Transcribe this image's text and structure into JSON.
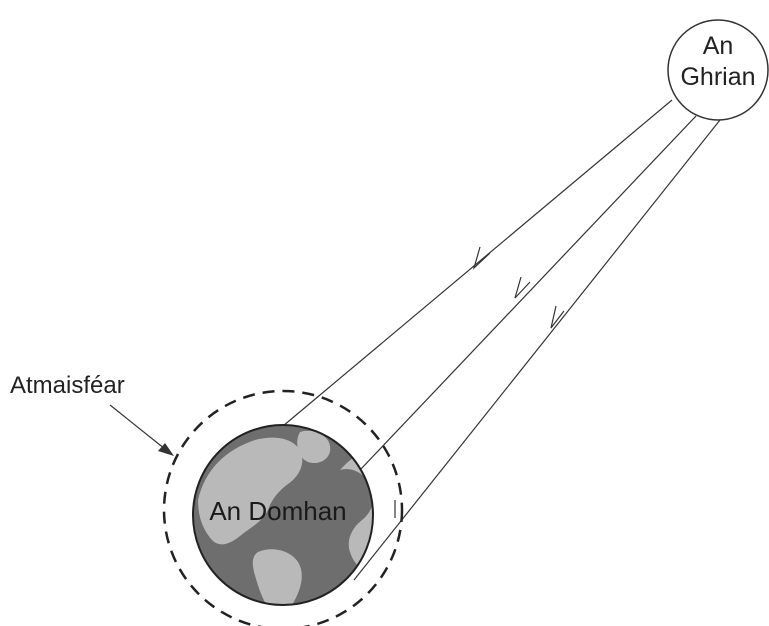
{
  "diagram": {
    "sun": {
      "line1": "An",
      "line2": "Ghrian"
    },
    "atmosphere": {
      "label": "Atmaisféar"
    },
    "earth": {
      "label": "An Domhan"
    },
    "colors": {
      "line": "#333333",
      "earth_ocean": "#6e6e6e",
      "earth_land": "#b9b9b9",
      "earth_outline": "#222222"
    }
  }
}
